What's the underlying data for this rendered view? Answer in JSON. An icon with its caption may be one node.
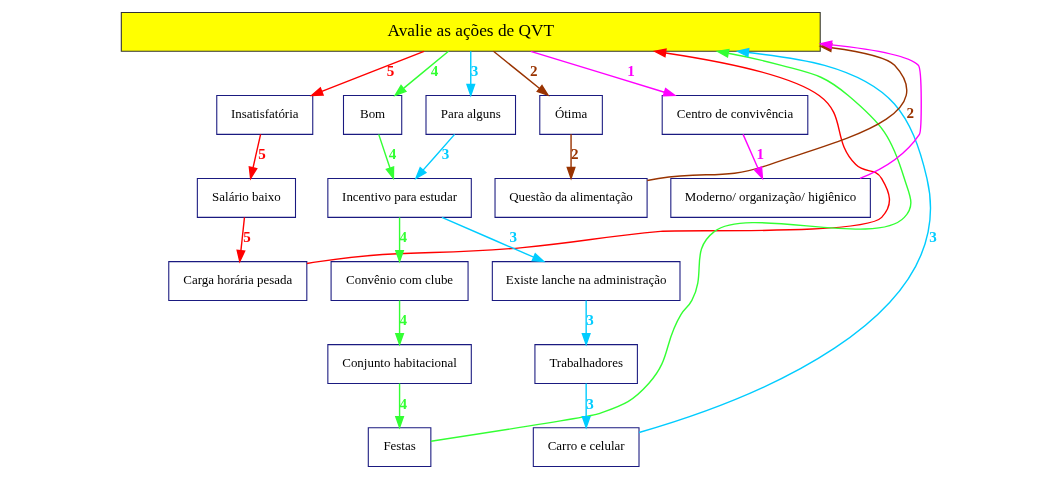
{
  "diagram": {
    "nodes": [
      {
        "text": [
          "Avalie as ações de QVT"
        ]
      },
      {
        "text": [
          "Insatisfatória"
        ]
      },
      {
        "text": [
          "Salário baixo"
        ]
      },
      {
        "text": [
          "Carga horária pesada"
        ]
      },
      {
        "text": [
          "Bom"
        ]
      },
      {
        "text": [
          "Incentivo para estudar"
        ]
      },
      {
        "text": [
          "Convênio com clube"
        ]
      },
      {
        "text": [
          "Conjunto habitacional"
        ]
      },
      {
        "text": [
          "Festas"
        ]
      },
      {
        "text": [
          "Para alguns"
        ]
      },
      {
        "text": [
          "Existe lanche na administração"
        ]
      },
      {
        "text": [
          "Trabalhadores"
        ]
      },
      {
        "text": [
          "Carro e celular"
        ]
      },
      {
        "text": [
          "Ótima"
        ]
      },
      {
        "text": [
          "Questão da alimentação"
        ]
      },
      {
        "text": [
          "Centro de convivência"
        ]
      },
      {
        "text": [
          "Moderno/ organização/ higiênico"
        ]
      }
    ],
    "edges": [
      {
        "from": 0,
        "to": 1,
        "arrow": "to",
        "label": "5",
        "color": "#ff0000"
      },
      {
        "from": 1,
        "to": 2,
        "arrow": "to",
        "label": "5",
        "color": "#ff0000"
      },
      {
        "from": 2,
        "to": 3,
        "arrow": "to",
        "label": "5",
        "color": "#ff0000"
      },
      {
        "from": 3,
        "to": 0,
        "arrow": "to",
        "color": "#ff0000"
      },
      {
        "from": 0,
        "to": 4,
        "arrow": "to",
        "label": "4",
        "color": "#33ff33"
      },
      {
        "from": 4,
        "to": 5,
        "arrow": "to",
        "label": "4",
        "color": "#33ff33"
      },
      {
        "from": 5,
        "to": 6,
        "arrow": "to",
        "label": "4",
        "color": "#33ff33"
      },
      {
        "from": 6,
        "to": 7,
        "arrow": "to",
        "label": "4",
        "color": "#33ff33"
      },
      {
        "from": 7,
        "to": 8,
        "arrow": "to",
        "label": "4",
        "color": "#33ff33"
      },
      {
        "from": 8,
        "to": 0,
        "arrow": "to",
        "color": "#33ff33"
      },
      {
        "from": 0,
        "to": 9,
        "arrow": "to",
        "label": "3",
        "color": "#00ccff"
      },
      {
        "from": 9,
        "to": 5,
        "arrow": "to",
        "label": "3",
        "color": "#00ccff"
      },
      {
        "from": 5,
        "to": 10,
        "arrow": "to",
        "label": "3",
        "color": "#00ccff"
      },
      {
        "from": 10,
        "to": 11,
        "arrow": "to",
        "label": "3",
        "color": "#00ccff"
      },
      {
        "from": 11,
        "to": 12,
        "arrow": "to",
        "label": "3",
        "color": "#00ccff"
      },
      {
        "from": 12,
        "to": 0,
        "arrow": "to",
        "label": "3",
        "color": "#00ccff"
      },
      {
        "from": 0,
        "to": 13,
        "arrow": "to",
        "label": "2",
        "color": "#993300"
      },
      {
        "from": 13,
        "to": 14,
        "arrow": "to",
        "label": "2",
        "color": "#993300"
      },
      {
        "from": 14,
        "to": 0,
        "arrow": "to",
        "label": "2",
        "color": "#993300"
      },
      {
        "from": 0,
        "to": 15,
        "arrow": "to",
        "label": "1",
        "color": "#ff00ff"
      },
      {
        "from": 15,
        "to": 16,
        "arrow": "to",
        "label": "1",
        "color": "#ff00ff"
      },
      {
        "from": 16,
        "to": 0,
        "arrow": "to",
        "color": "#ff00ff"
      }
    ]
  }
}
